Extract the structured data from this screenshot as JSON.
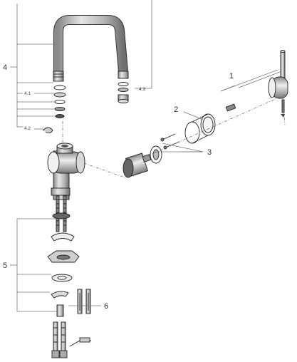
{
  "callouts": [
    {
      "id": "c1",
      "text": "1"
    },
    {
      "id": "c2",
      "text": "2"
    },
    {
      "id": "c3",
      "text": "3"
    },
    {
      "id": "c4",
      "text": "4"
    },
    {
      "id": "c5",
      "text": "5"
    },
    {
      "id": "c6",
      "text": "6"
    },
    {
      "id": "c41",
      "text": "4.1"
    },
    {
      "id": "c42",
      "text": "4.2"
    },
    {
      "id": "c43",
      "text": "4.3"
    }
  ],
  "colors": {
    "ink": "#222222",
    "metal": "#bfbfbf",
    "metal_dark": "#7a7a7a",
    "leader": "#777777"
  }
}
